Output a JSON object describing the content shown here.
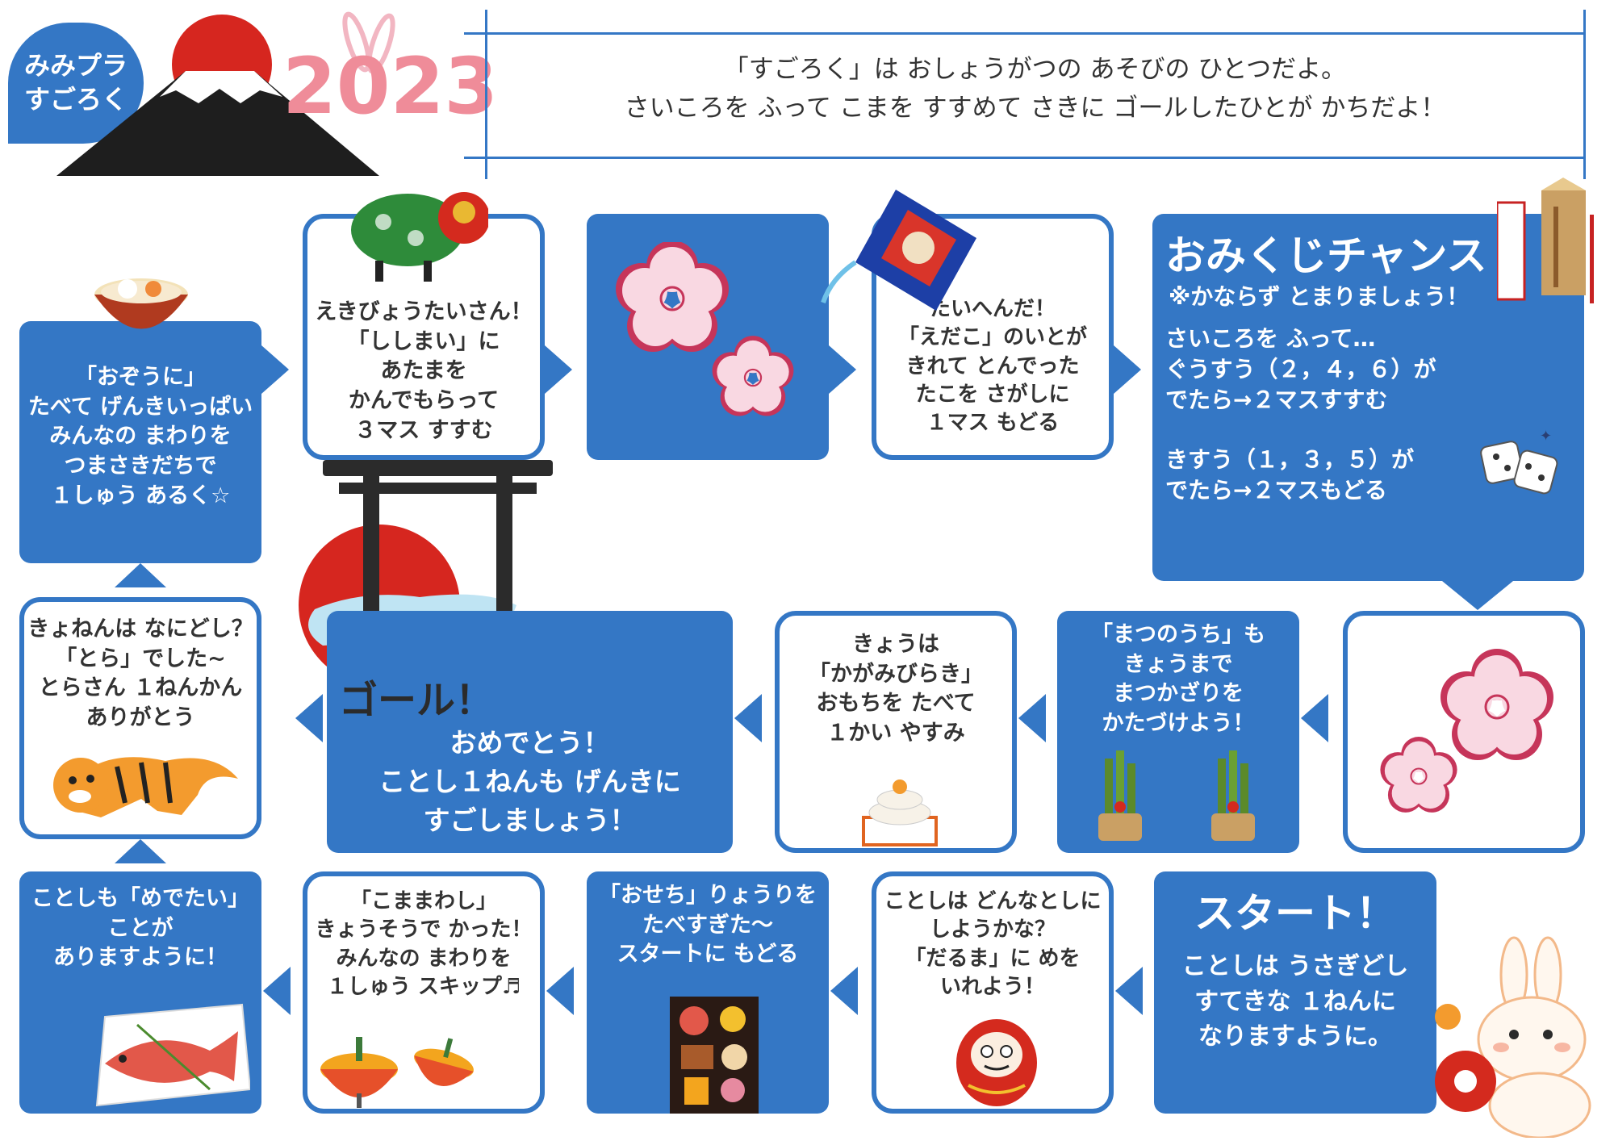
{
  "logo": {
    "line1": "みみプラ",
    "line2": "すごろく"
  },
  "year_art": "2023",
  "intro": {
    "line1": "「すごろく」は おしょうがつの あそびの ひとつだよ。",
    "line2": "さいころを ふって こまを すすめて さきに ゴールしたひとが かちだよ！"
  },
  "squares": {
    "ozouni": "「おぞうに」\nたべて げんきいっぱい\nみんなの まわりを\nつまさきだちで\n１しゅう あるく☆",
    "shishimai": "えきびょうたいさん！\n「ししまい」に\nあたまを\nかんでもらって\n３マス すすむ",
    "tako": "たいへんだ！\n「えだこ」のいとが\nきれて とんでった\nたこを さがしに\n１マス もどる",
    "omikuji_title": "おみくじチャンス",
    "omikuji_note": "※かならず とまりましょう！",
    "omikuji_body1": "さいころを ふって…\nぐうすう（２，４，６）が\nでたら→２マスすすむ",
    "omikuji_body2": "きすう（１，３，５）が\nでたら→２マスもどる",
    "tora": "きょねんは なにどし？\n「とら」でした~\nとらさん １ねんかん\nありがとう",
    "goal_title": "ゴール！",
    "goal_body": "おめでとう！\nことし１ねんも げんきに\nすごしましょう！",
    "kagami": "きょうは\n「かがみびらき」\nおもちを たべて\n１かい やすみ",
    "matsu": "「まつのうち」も\nきょうまで\nまつかざりを\nかたづけよう！",
    "medetai": "ことしも「めでたい」\nことが\nありますように！",
    "koma": "「こままわし」\nきょうそうで かった！\nみんなの まわりを\n１しゅう スキップ♬",
    "osechi": "「おせち」りょうりを\nたべすぎた～\nスタートに もどる",
    "daruma": "ことしは どんなとしに\nしようかな？\n「だるま」に めを\nいれよう！",
    "start_title": "スタート！",
    "start_body": "ことしは うさぎどし\nすてきな １ねんに\nなりますように。"
  },
  "colors": {
    "board_blue": "#3477c5",
    "plum_pink": "#f9d8e2",
    "plum_red": "#c6355a",
    "sun_red": "#d6261f"
  }
}
